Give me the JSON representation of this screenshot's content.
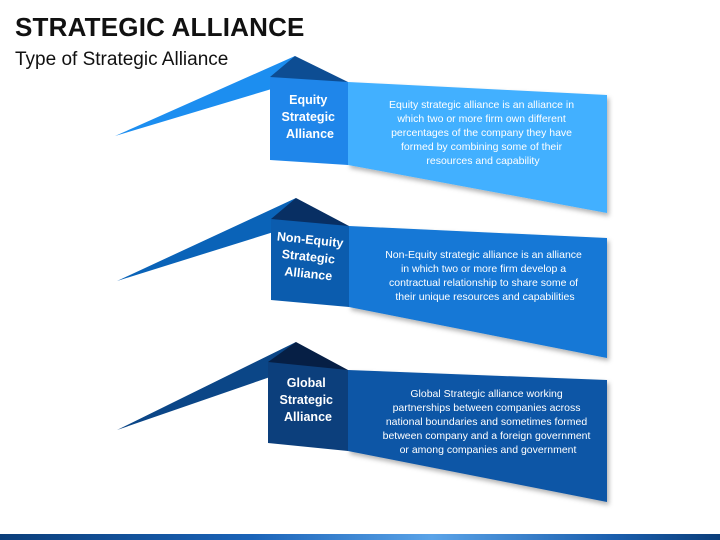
{
  "title": "STRATEGIC ALLIANCE",
  "subtitle": "Type of Strategic Alliance",
  "alliances": [
    {
      "label_lines": [
        "Equity",
        "Strategic",
        "Alliance"
      ],
      "description_lines": [
        "Equity strategic alliance is an alliance in",
        "which two or more firm own different",
        "percentages of the company they have",
        "formed by combining some of their",
        "resources and capability"
      ],
      "colors": {
        "wedge": "#1c8ef0",
        "fold": "#0d4d93",
        "label_box": "#1f86ea",
        "panel": "#43b0ff"
      }
    },
    {
      "label_lines": [
        "Non-Equity",
        "Strategic",
        "Alliance"
      ],
      "description_lines": [
        "Non-Equity strategic alliance is an alliance",
        "in which two or more firm develop a",
        "contractual relationship to share some of",
        "their unique resources and capabilities"
      ],
      "colors": {
        "wedge": "#0a63b8",
        "fold": "#082f63",
        "label_box": "#0b5cae",
        "panel": "#1378d6"
      }
    },
    {
      "label_lines": [
        "Global",
        "Strategic",
        "Alliance"
      ],
      "description_lines": [
        "Global Strategic alliance working",
        "partnerships between companies across",
        "national boundaries and sometimes formed",
        "between company and a foreign government",
        "or among companies and government"
      ],
      "colors": {
        "wedge": "#0b4687",
        "fold": "#061f45",
        "label_box": "#0c3f7c",
        "panel": "#0e56a6"
      }
    }
  ]
}
